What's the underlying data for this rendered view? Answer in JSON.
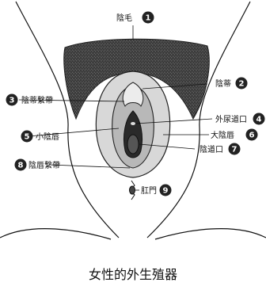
{
  "caption": "女性的外生殖器",
  "labels": [
    {
      "num": "1",
      "text": "陰毛"
    },
    {
      "num": "2",
      "text": "陰蒂"
    },
    {
      "num": "3",
      "text": "陰蒂繫帶"
    },
    {
      "num": "4",
      "text": "外尿道口"
    },
    {
      "num": "5",
      "text": "小陰唇"
    },
    {
      "num": "6",
      "text": "大陰唇"
    },
    {
      "num": "7",
      "text": "陰道口"
    },
    {
      "num": "8",
      "text": "陰唇繫帶"
    },
    {
      "num": "9",
      "text": "肛門"
    }
  ]
}
